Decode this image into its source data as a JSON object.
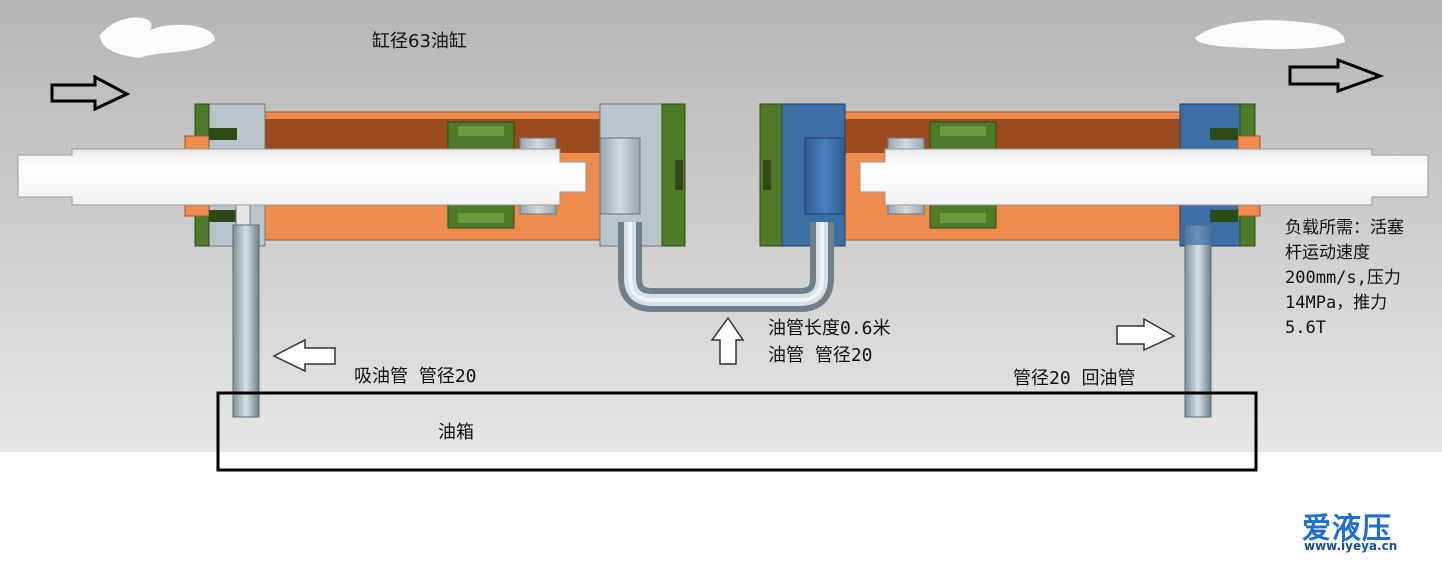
{
  "labels": {
    "cylinder_title": "缸径63油缸",
    "mid_pipe_length": "油管长度0.6米",
    "mid_pipe_diameter": "油管 管径20",
    "suction_pipe": "吸油管 管径20",
    "return_pipe": "管径20 回油管",
    "tank": "油箱"
  },
  "load_note": {
    "lines": [
      "负载所需：活塞",
      "杆运动速度",
      "200mm/s,压力",
      "14MPa，推力",
      "5.6T"
    ]
  },
  "logo": {
    "text": "爱液压",
    "url": "www.iyeya.cn"
  },
  "colors": {
    "steel": "#b9c4cb",
    "orange": "#ef8b4c",
    "brown": "#9c4a1f",
    "green": "#4f7a2a",
    "blue": "#3c6ea6",
    "rod": "#ffffff",
    "logo": "#1f6fd0"
  }
}
